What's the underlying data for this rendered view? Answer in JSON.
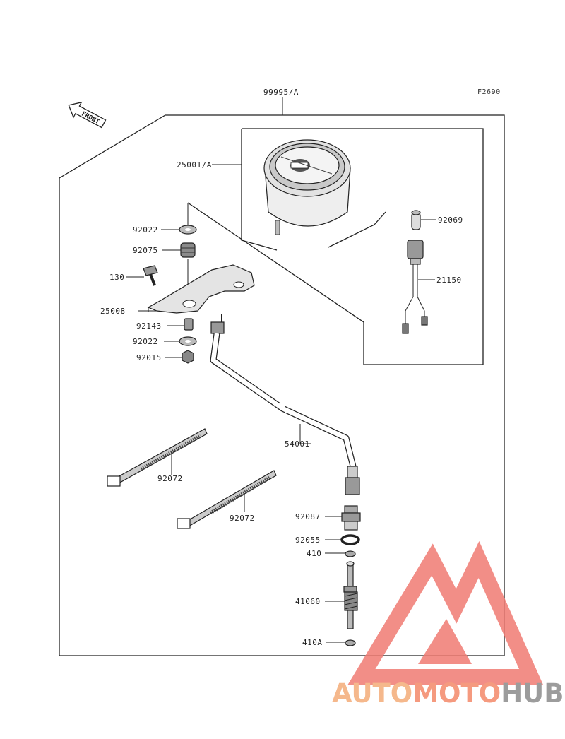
{
  "figure_code": "F2690",
  "assembly_label": "99995/A",
  "front_label": "FRONT",
  "parts": {
    "speedometer": "25001/A",
    "bracket": "25008",
    "bolt": "130",
    "washer_top": "92022",
    "grommet": "92075",
    "collar": "92143",
    "washer_bottom": "92022",
    "nut": "92015",
    "bulb": "92069",
    "socket": "21150",
    "cable": "54001",
    "band_left": "92072",
    "band_right": "92072",
    "fitting": "92087",
    "oring": "92055",
    "washer_410": "410",
    "gear": "41060",
    "washer_410a": "410A"
  },
  "watermark": {
    "brand_part1": "AUTO",
    "brand_part2": "MOTO",
    "brand_part3": "HUB",
    "colors": {
      "logo": "#f07b73",
      "auto": "#f5b88c",
      "moto": "#f59a7f",
      "hub": "#9c9c9c"
    }
  }
}
